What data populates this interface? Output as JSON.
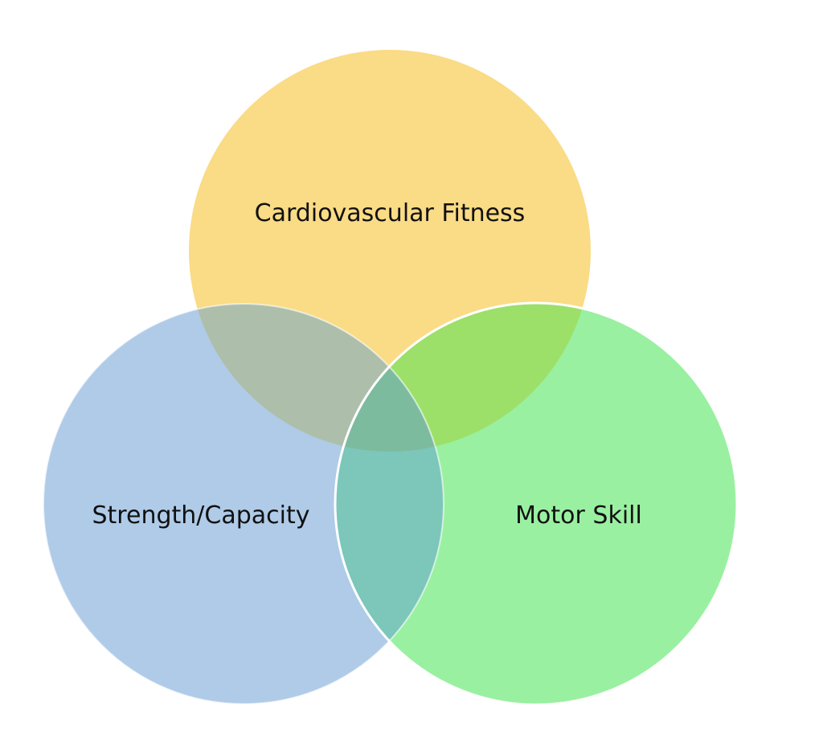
{
  "diagram": {
    "type": "venn",
    "sets": [
      {
        "label": "Cardiovascular Fitness",
        "color": "#FADB86"
      },
      {
        "label": "Strength/Capacity",
        "color": "#AFCBE8"
      },
      {
        "label": "Motor Skill",
        "color": "#9AF0A1"
      }
    ],
    "overlap_colors": {
      "cardio_strength": "#ADBFAA",
      "cardio_motor": "#9CE06A",
      "strength_motor": "#7CC6BA",
      "all": "#7DBB9F"
    }
  }
}
